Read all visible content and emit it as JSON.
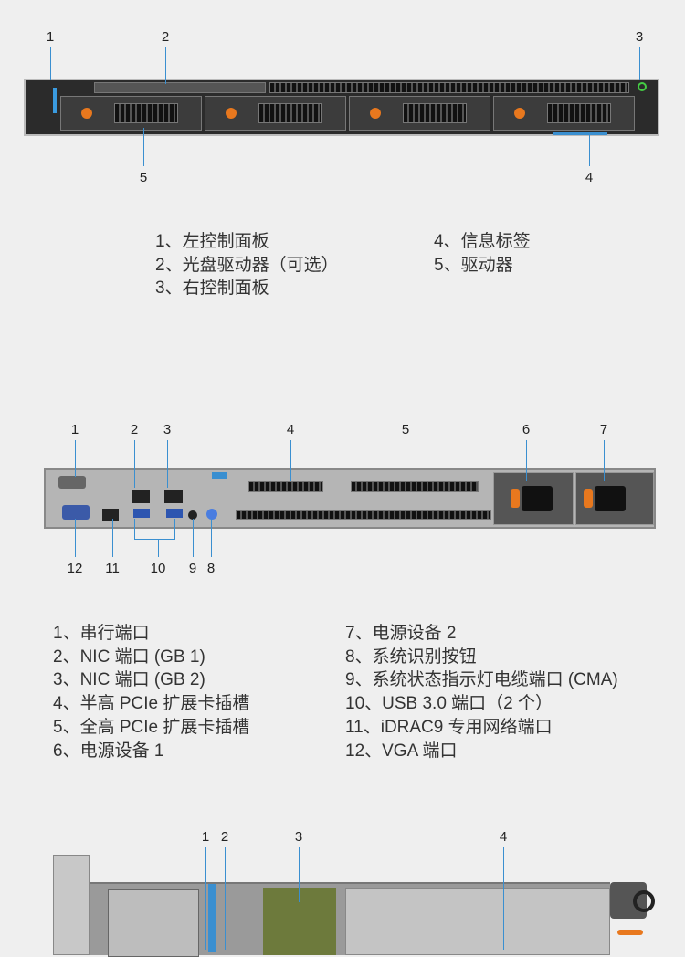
{
  "front": {
    "callouts": [
      "1",
      "2",
      "3",
      "4",
      "5"
    ],
    "legend_left": [
      "1、左控制面板",
      "2、光盘驱动器（可选）",
      "3、右控制面板"
    ],
    "legend_right": [
      "4、信息标签",
      "5、驱动器"
    ]
  },
  "rear": {
    "callouts_top": [
      "1",
      "2",
      "3",
      "4",
      "5",
      "6",
      "7"
    ],
    "callouts_bottom": [
      "12",
      "11",
      "10",
      "9",
      "8"
    ],
    "legend_left": [
      "1、串行端口",
      "2、NIC 端口 (GB 1)",
      "3、NIC 端口 (GB 2)",
      "4、半高 PCIe 扩展卡插槽",
      "5、全高 PCIe 扩展卡插槽",
      "6、电源设备 1"
    ],
    "legend_right": [
      "7、电源设备 2",
      "8、系统识别按钮",
      "9、系统状态指示灯电缆端口 (CMA)",
      "10、USB 3.0 端口（2 个）",
      "11、iDRAC9 专用网络端口",
      "12、VGA 端口"
    ]
  },
  "inside": {
    "callouts": [
      "1",
      "2",
      "3",
      "4"
    ]
  }
}
